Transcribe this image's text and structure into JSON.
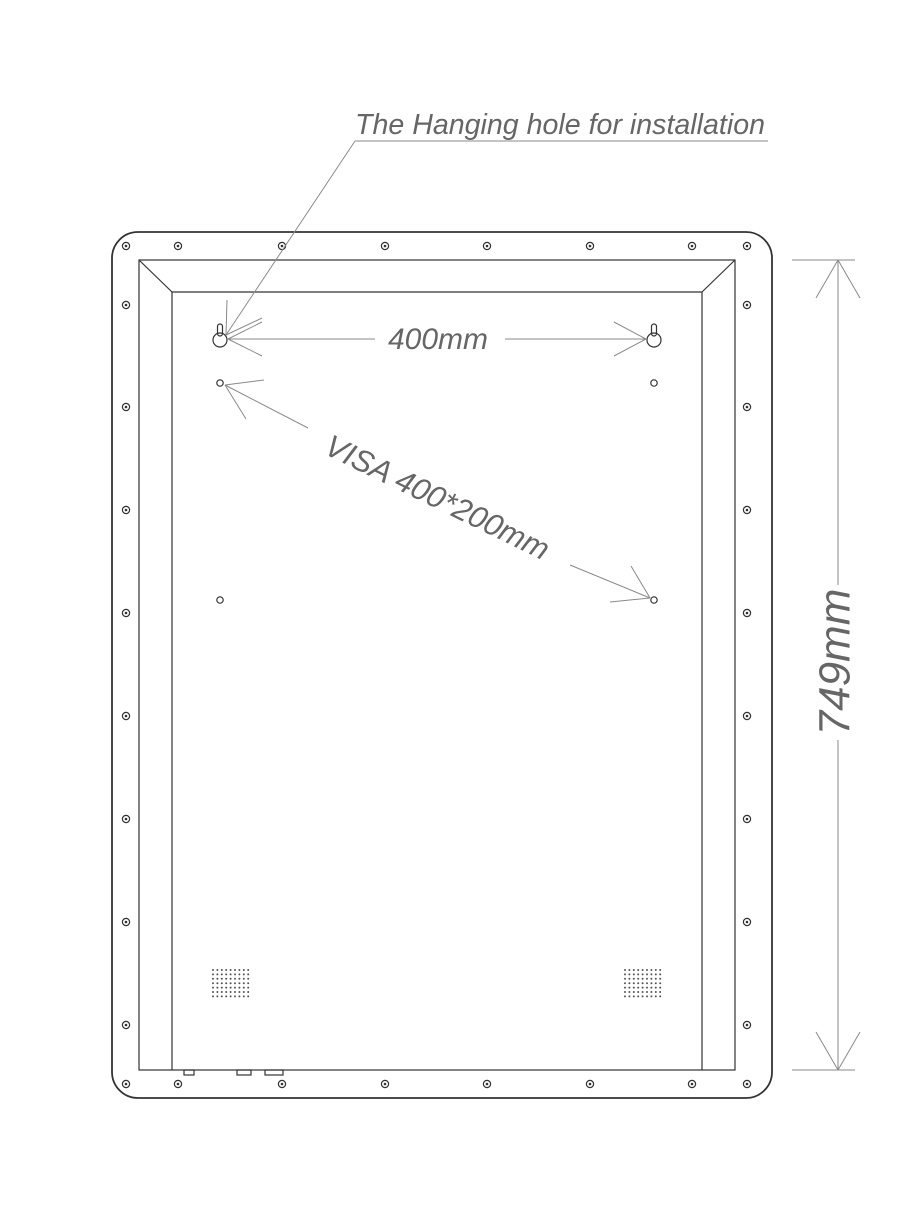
{
  "labels": {
    "hanging_hole": "The Hanging hole for installation",
    "width_dimension": "400mm",
    "visa": "VISA 400*200mm",
    "height_dimension": "749mm"
  },
  "colors": {
    "outline": "#333333",
    "annotation": "#8a8a8a",
    "text": "#666666"
  }
}
